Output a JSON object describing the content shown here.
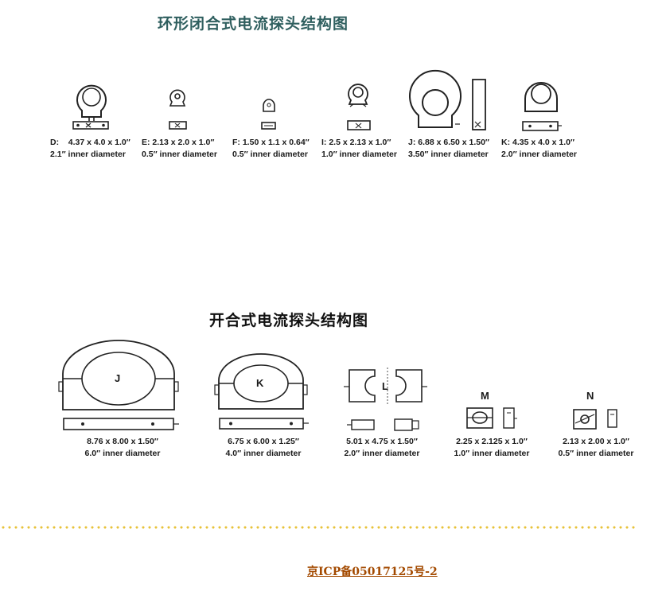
{
  "closed_section": {
    "title": "环形闭合式电流探头结构图",
    "probes": [
      {
        "letter": "D:",
        "dims": "4.37 x 4.0 x 1.0″",
        "inner": "2.1″ inner diameter"
      },
      {
        "letter": "E:",
        "dims": "2.13 x 2.0 x 1.0″",
        "inner": "0.5″ inner diameter"
      },
      {
        "letter": "F:",
        "dims": "1.50 x 1.1 x  0.64″",
        "inner": "0.5″ inner diameter"
      },
      {
        "letter": "I:",
        "dims": "2.5 x 2.13 x 1.0″",
        "inner": "1.0″ inner diameter"
      },
      {
        "letter": "J:",
        "dims": "6.88 x 6.50 x 1.50″",
        "inner": "3.50″ inner diameter"
      },
      {
        "letter": "K:",
        "dims": "4.35 x 4.0 x 1.0″",
        "inner": "2.0″ inner diameter"
      }
    ]
  },
  "split_section": {
    "title": "开合式电流探头结构图",
    "probes": [
      {
        "letter": "J",
        "dims": "8.76 x 8.00 x 1.50″",
        "inner": "6.0″ inner diameter"
      },
      {
        "letter": "K",
        "dims": "6.75 x 6.00 x 1.25″",
        "inner": "4.0″ inner diameter"
      },
      {
        "letter": "L",
        "dims": "5.01 x 4.75 x 1.50″",
        "inner": "2.0″ inner diameter"
      },
      {
        "letter": "M",
        "dims": "2.25 x 2.125 x 1.0″",
        "inner": "1.0″ inner diameter"
      },
      {
        "letter": "N",
        "dims": "2.13 x 2.00 x 1.0″",
        "inner": "0.5″ inner diameter"
      }
    ]
  },
  "footer": {
    "icp": "京ICP备05017125号-2",
    "divider_color": "#e8c23a",
    "link_color": "#a34a00"
  }
}
